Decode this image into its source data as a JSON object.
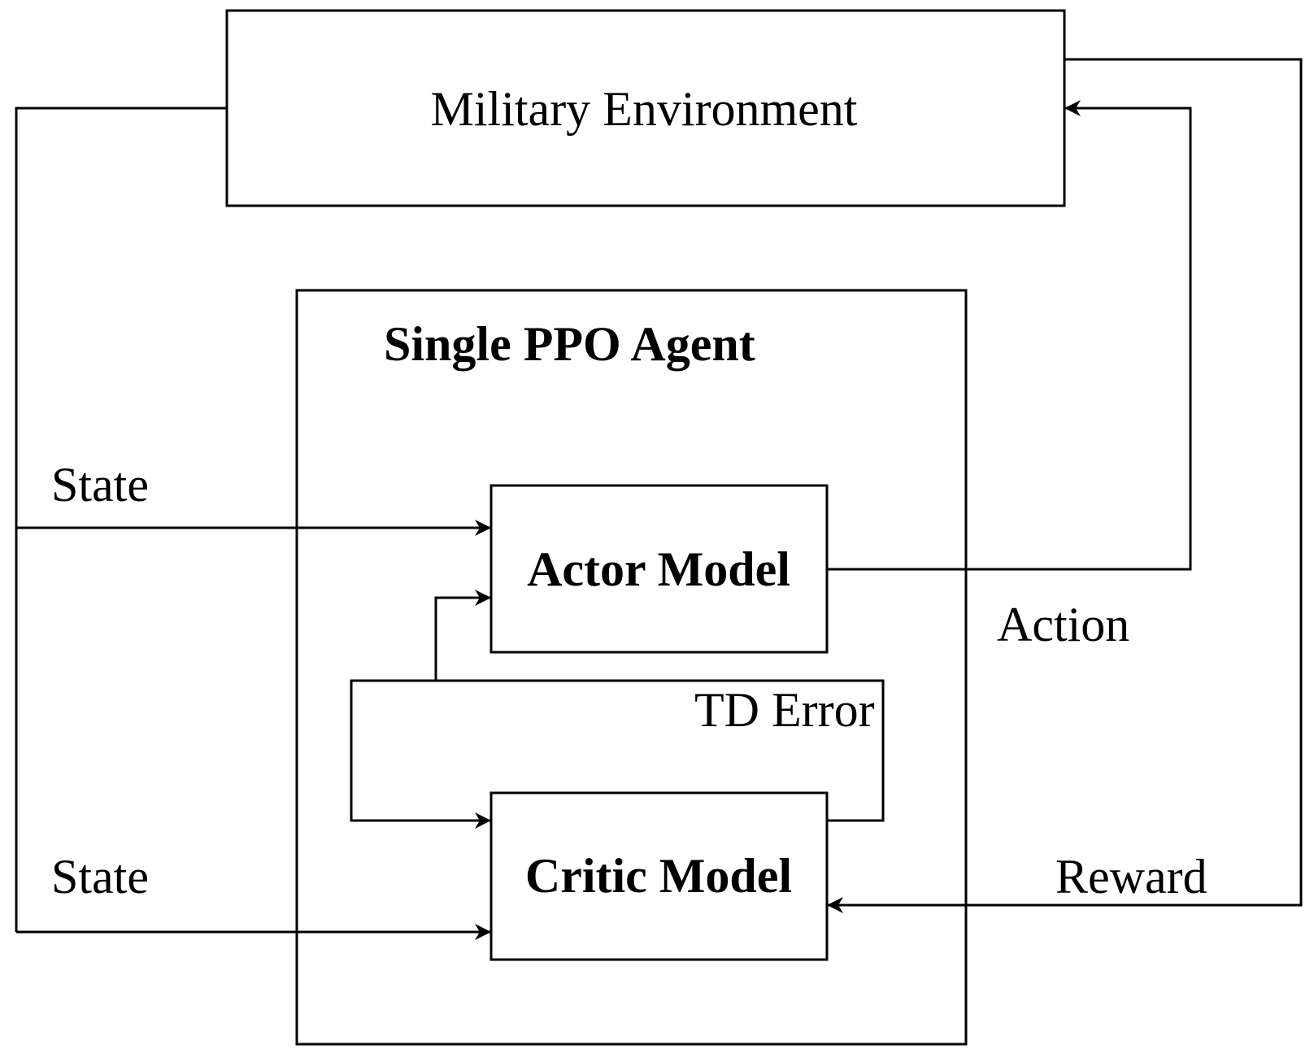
{
  "diagram": {
    "nodes": {
      "environment": {
        "label": "Military Environment"
      },
      "agent": {
        "label": "Single PPO Agent"
      },
      "actor": {
        "label": "Actor Model"
      },
      "critic": {
        "label": "Critic Model"
      }
    },
    "edges": {
      "state_to_actor": {
        "label": "State"
      },
      "state_to_critic": {
        "label": "State"
      },
      "action": {
        "label": "Action"
      },
      "reward": {
        "label": "Reward"
      },
      "td_error": {
        "label": "TD Error"
      }
    },
    "stroke_color": "#000000",
    "background_color": "#ffffff"
  }
}
